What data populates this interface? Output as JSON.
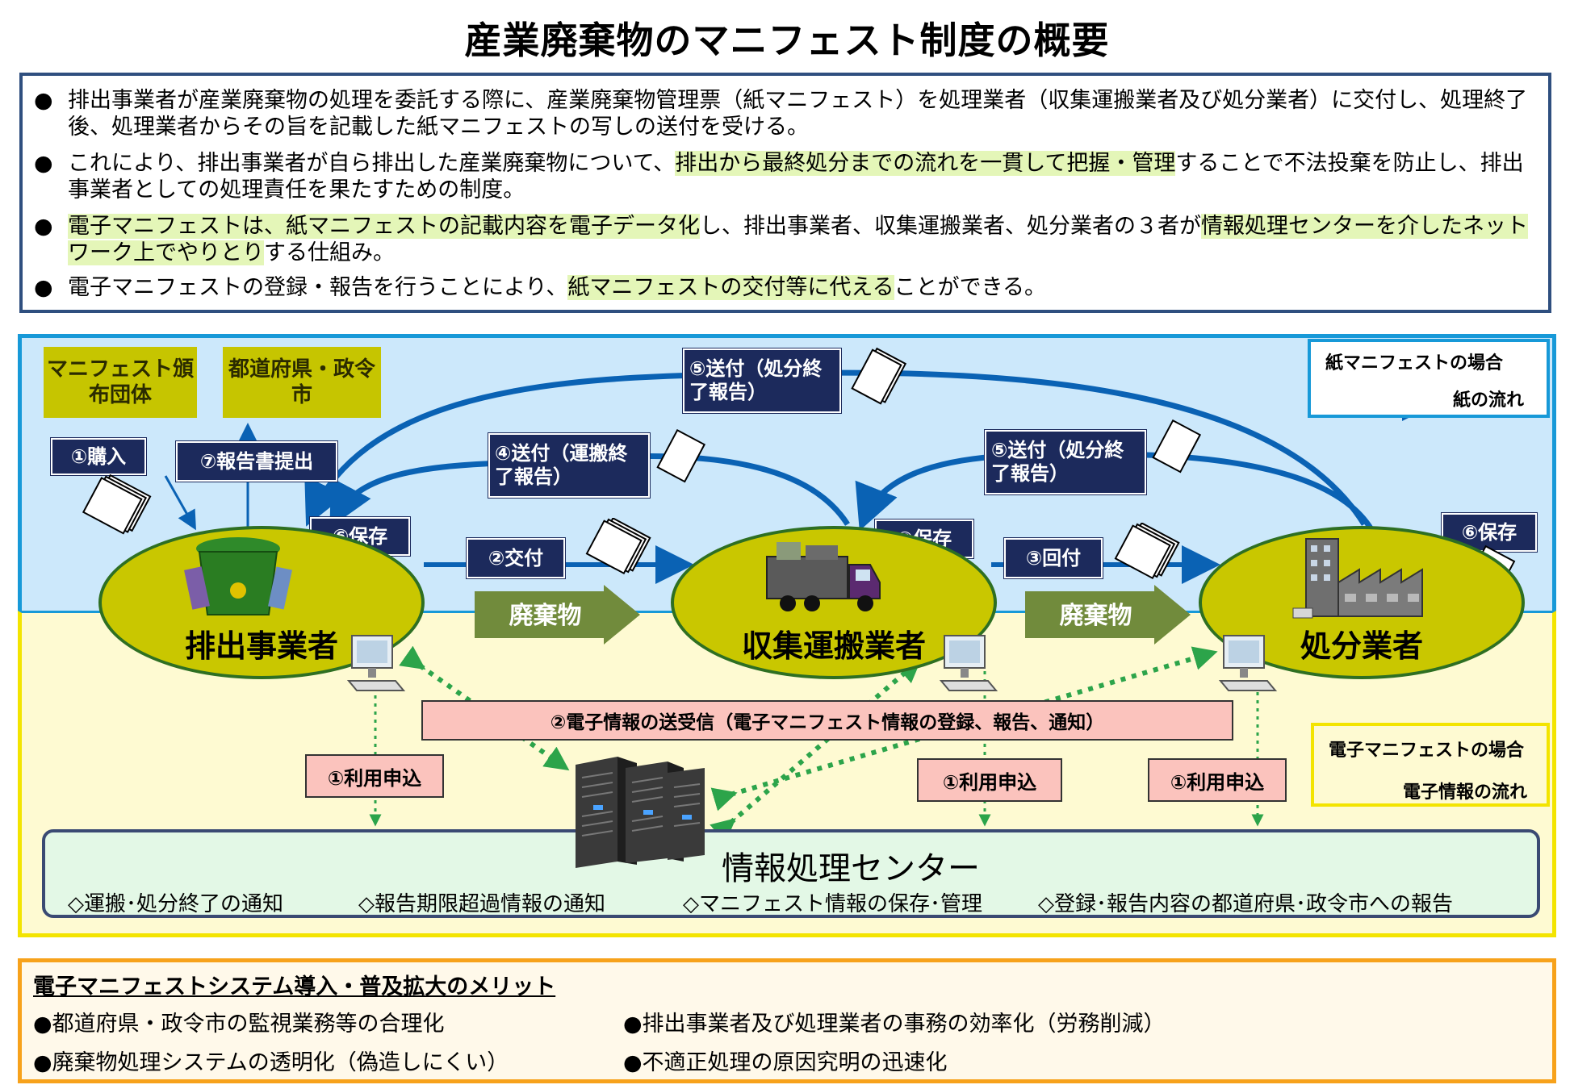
{
  "title": "産業廃棄物のマニフェスト制度の概要",
  "intro": {
    "b1": "排出事業者が産業廃棄物の処理を委託する際に、産業廃棄物管理票（紙マニフェスト）を処理業者（収集運搬業者及び処分業者）に交付し、処理終了後、処理業者からその旨を記載した紙マニフェストの写しの送付を受ける。",
    "b2a": "これにより、排出事業者が自ら排出した産業廃棄物について、",
    "b2h": "排出から最終処分までの流れを一貫して把握・管理",
    "b2b": "することで不法投棄を防止し、排出事業者としての処理責任を果たすための制度。",
    "b3h1": "電子マニフェストは、紙マニフェストの記載内容を電子データ化",
    "b3a": "し、排出事業者、収集運搬業者、処分業者の３者が",
    "b3h2": "情報処理センターを介したネットワーク上でやりとり",
    "b3b": "する仕組み。",
    "b4a": "電子マニフェストの登録・報告を行うことにより、",
    "b4h": "紙マニフェストの交付等に代える",
    "b4b": "ことができる。"
  },
  "bullet_glyph": "●",
  "orgs": {
    "manifest_org": "マニフェスト頒布団体",
    "prefecture": "都道府県・政令市"
  },
  "paper_steps": {
    "purchase": "①購入",
    "report_submit": "⑦報告書提出",
    "send_disposal_top": "⑤送付（処分終了報告）",
    "send_transport": "④送付（運搬終了報告）",
    "send_disposal": "⑤送付（処分終了報告）",
    "store": "⑥保存",
    "issue": "②交付",
    "return": "③回付"
  },
  "entities": {
    "generator": "排出事業者",
    "transporter": "収集運搬業者",
    "disposer": "処分業者"
  },
  "waste_label": "廃棄物",
  "legend_paper": {
    "title": "紙マニフェストの場合",
    "flow": "紙の流れ"
  },
  "legend_e": {
    "title": "電子マニフェストの場合",
    "flow": "電子情報の流れ"
  },
  "e_exchange": "②電子情報の送受信（電子マニフェスト情報の登録、報告、通知）",
  "apply": "①利用申込",
  "center": {
    "name": "情報処理センター",
    "services": [
      "◇運搬･処分終了の通知",
      "◇報告期限超過情報の通知",
      "◇マニフェスト情報の保存･管理",
      "◇登録･報告内容の都道府県･政令市への報告"
    ]
  },
  "merit": {
    "title": "電子マニフェストシステム導入・普及拡大のメリット",
    "items": [
      "●都道府県・政令市の監視業務等の合理化",
      "●排出事業者及び処理業者の事務の効率化（労務削減）",
      "●廃棄物処理システムの透明化（偽造しにくい）",
      "●不適正処理の原因究明の迅速化"
    ]
  },
  "colors": {
    "paper_flow": "#0a62b4",
    "e_flow": "#2ca44a",
    "navy": "#1c2a5c",
    "olive": "#c6c500"
  }
}
